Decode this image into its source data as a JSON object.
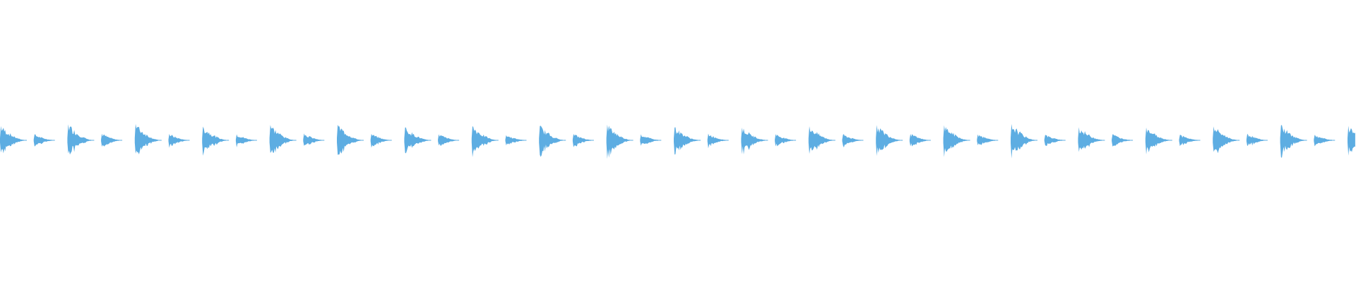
{
  "waveform": {
    "color": "#5dade2",
    "background": "#ffffff",
    "beat_count": 41,
    "pattern": [
      "strong",
      "weak"
    ],
    "strong_level": 0.85,
    "weak_level": 0.35
  }
}
